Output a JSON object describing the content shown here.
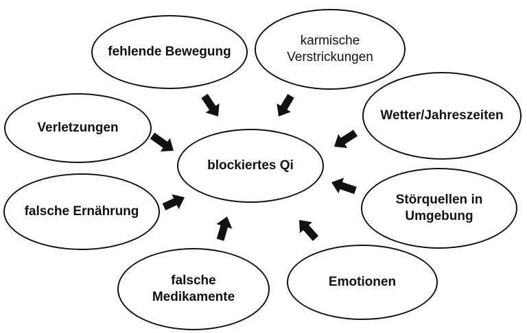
{
  "center": {
    "label": "blockiertes Qi"
  },
  "causes": [
    {
      "id": "fehlende-bewegung",
      "lines": [
        "fehlende Bewegung"
      ]
    },
    {
      "id": "karmische-verstrickungen",
      "lines": [
        "karmische",
        "Verstrickungen"
      ]
    },
    {
      "id": "wetter-jahreszeiten",
      "lines": [
        "Wetter/Jahreszeiten"
      ]
    },
    {
      "id": "verletzungen",
      "lines": [
        "Verletzungen"
      ]
    },
    {
      "id": "stoerquellen",
      "lines": [
        "Störquellen in",
        "Umgebung"
      ]
    },
    {
      "id": "falsche-ernaehrung",
      "lines": [
        "falsche Ernährung"
      ]
    },
    {
      "id": "falsche-medikamente",
      "lines": [
        "falsche",
        "Medikamente"
      ]
    },
    {
      "id": "emotionen",
      "lines": [
        "Emotionen"
      ]
    }
  ],
  "style": {
    "stroke": "#111111",
    "fill": "#ffffff"
  }
}
